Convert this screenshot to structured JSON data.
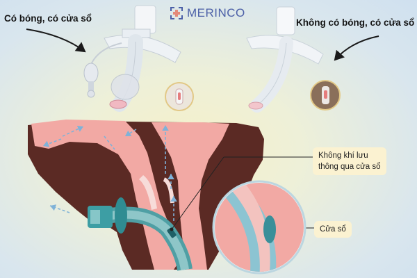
{
  "header": {
    "brand": "MERINCO",
    "label_left": "Có bóng, có cửa sổ",
    "label_right": "Không có bóng, có cửa sổ"
  },
  "callouts": {
    "airflow": [
      "Không khí lưu",
      "thông qua cửa sổ"
    ],
    "window": "Cửa sổ"
  },
  "colors": {
    "anatomy_dark": "#5b2a24",
    "airway_pink": "#f2a9a4",
    "tube_teal": "#3d9ea4",
    "logo_blue": "#4b5fa7"
  }
}
